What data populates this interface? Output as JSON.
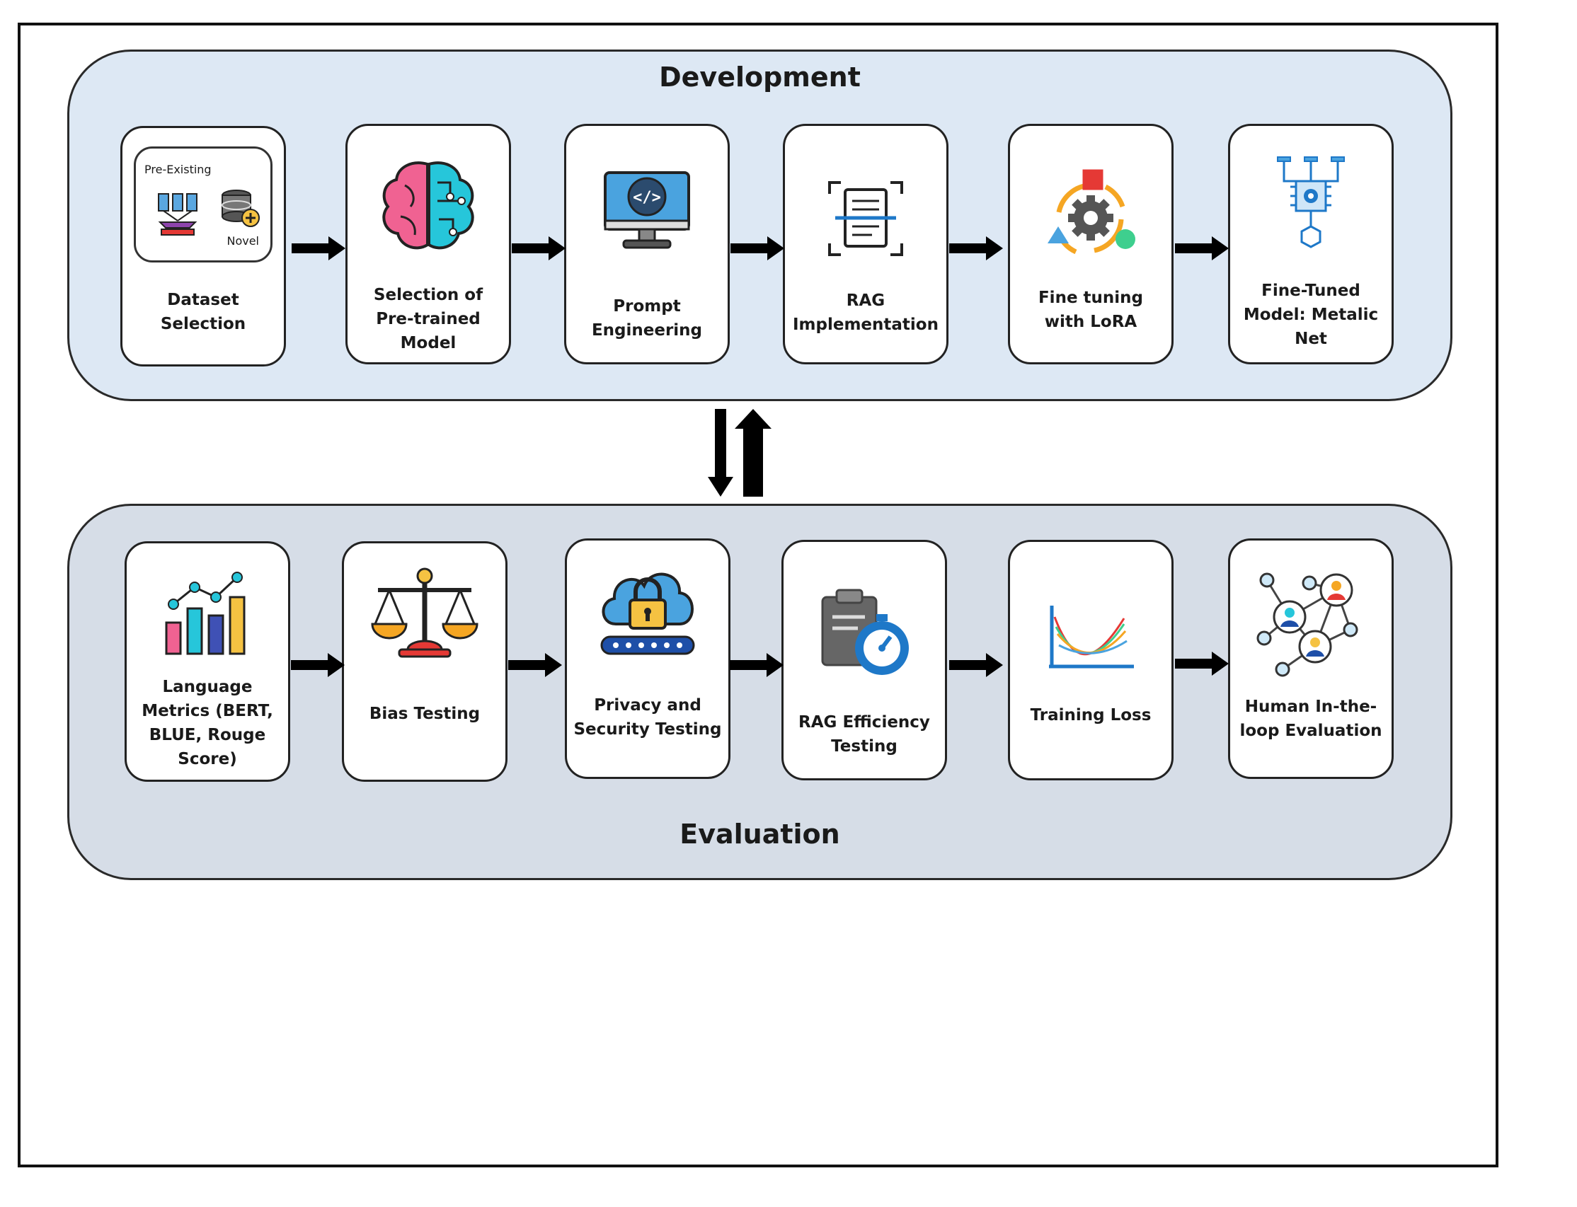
{
  "development": {
    "title": "Development",
    "steps": [
      {
        "label": "Dataset Selection",
        "sub_top": "Pre-Existing",
        "sub_bottom": "Novel"
      },
      {
        "label": "Selection of Pre-trained Model"
      },
      {
        "label": "Prompt Engineering"
      },
      {
        "label": "RAG Implementation"
      },
      {
        "label": "Fine tuning with LoRA"
      },
      {
        "label": "Fine-Tuned Model: Metalic Net"
      }
    ]
  },
  "evaluation": {
    "title": "Evaluation",
    "steps": [
      {
        "label": "Language Metrics (BERT, BLUE, Rouge Score)"
      },
      {
        "label": "Bias Testing"
      },
      {
        "label": "Privacy and Security Testing"
      },
      {
        "label": "RAG Efficiency Testing"
      },
      {
        "label": "Training Loss"
      },
      {
        "label": "Human In-the-loop Evaluation"
      }
    ]
  },
  "colors": {
    "dev_panel": "#dde8f4",
    "eval_panel": "#d6dde7",
    "accent_blue": "#1e78c8",
    "pink": "#f06292",
    "teal": "#26c6da",
    "yellow": "#f5c242",
    "red": "#e53935"
  }
}
